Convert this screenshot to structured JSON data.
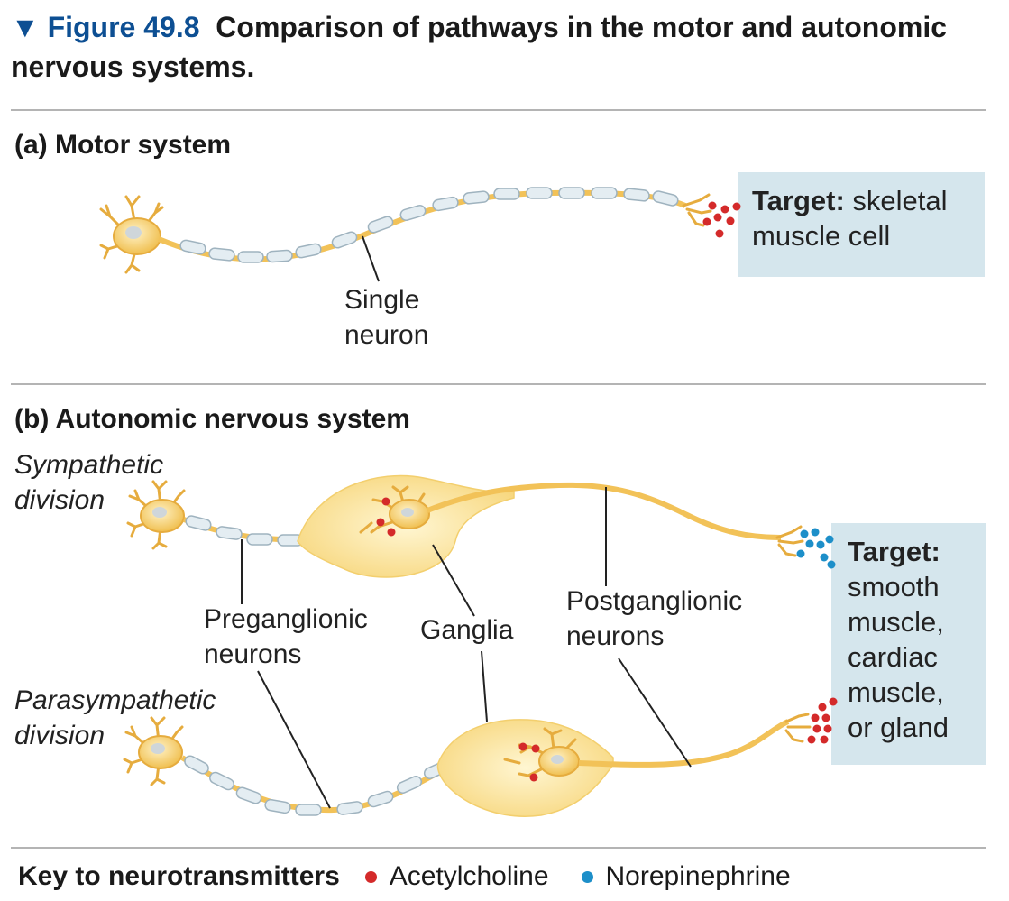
{
  "figure": {
    "marker": "▼",
    "number": "Figure 49.8",
    "title": "Comparison of pathways in the motor and autonomic nervous systems."
  },
  "panel_a": {
    "heading": "(a) Motor system",
    "neuron_label_line1": "Single",
    "neuron_label_line2": "neuron",
    "target_bold": "Target:",
    "target_text": "skeletal muscle cell"
  },
  "panel_b": {
    "heading": "(b) Autonomic nervous system",
    "sympathetic_line1": "Sympathetic",
    "sympathetic_line2": "division",
    "parasympathetic_line1": "Parasympathetic",
    "parasympathetic_line2": "division",
    "preganglionic_line1": "Preganglionic",
    "preganglionic_line2": "neurons",
    "ganglia": "Ganglia",
    "postganglionic_line1": "Postganglionic",
    "postganglionic_line2": "neurons",
    "target_bold": "Target:",
    "target_lines": [
      "smooth",
      "muscle,",
      "cardiac",
      "muscle,",
      "or gland"
    ]
  },
  "key": {
    "title": "Key to neurotransmitters",
    "items": [
      {
        "label": "Acetylcholine",
        "color": "#d42a2a"
      },
      {
        "label": "Norepinephrine",
        "color": "#1d8fc9"
      }
    ]
  },
  "colors": {
    "accent_blue": "#0d4f93",
    "neuron_fill": "#f7d57a",
    "neuron_body": "#f4c55c",
    "myelin": "#dfeaf1",
    "ganglion": "#fbe7a6",
    "target_box": "#d5e6ed",
    "acetylcholine": "#d42a2a",
    "norepinephrine": "#1d8fc9"
  }
}
